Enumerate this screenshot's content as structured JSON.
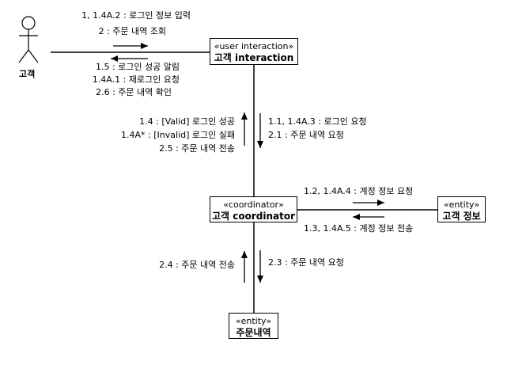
{
  "actor": {
    "name": "고객"
  },
  "boxes": {
    "ui": {
      "stereotype": "«user interaction»",
      "name": "고객 interaction"
    },
    "coord": {
      "stereotype": "«coordinator»",
      "name": "고객 coordinator"
    },
    "entity_info": {
      "stereotype": "«entity»",
      "name": "고객 정보"
    },
    "entity_order": {
      "stereotype": "«entity»",
      "name": "주문내역"
    }
  },
  "messages": {
    "actor_to_ui": [
      "1, 1.4A.2 : 로그인 정보 입력",
      "2 : 주문 내역 조회"
    ],
    "ui_to_actor": [
      "1.5 : 로그인 성공 알림",
      "1.4A.1 : 재로그인 요청",
      "2.6 : 주문 내역 확인"
    ],
    "coord_to_ui": [
      "1.4 : [Valid] 로그인 성공",
      "1.4A* : [Invalid] 로그인 실패",
      "2.5 : 주문 내역 전송"
    ],
    "ui_to_coord": [
      "1.1, 1.4A.3 : 로그인 요청",
      "2.1 : 주문 내역 요청"
    ],
    "coord_to_info": [
      "1.2, 1.4A.4 : 계정 정보 요청"
    ],
    "info_to_coord": [
      "1.3, 1.4A.5 : 계정 정보 전송"
    ],
    "order_to_coord": [
      "2.4 : 주문 내역 전송"
    ],
    "coord_to_order": [
      "2.3 : 주문 내역 요청"
    ]
  }
}
